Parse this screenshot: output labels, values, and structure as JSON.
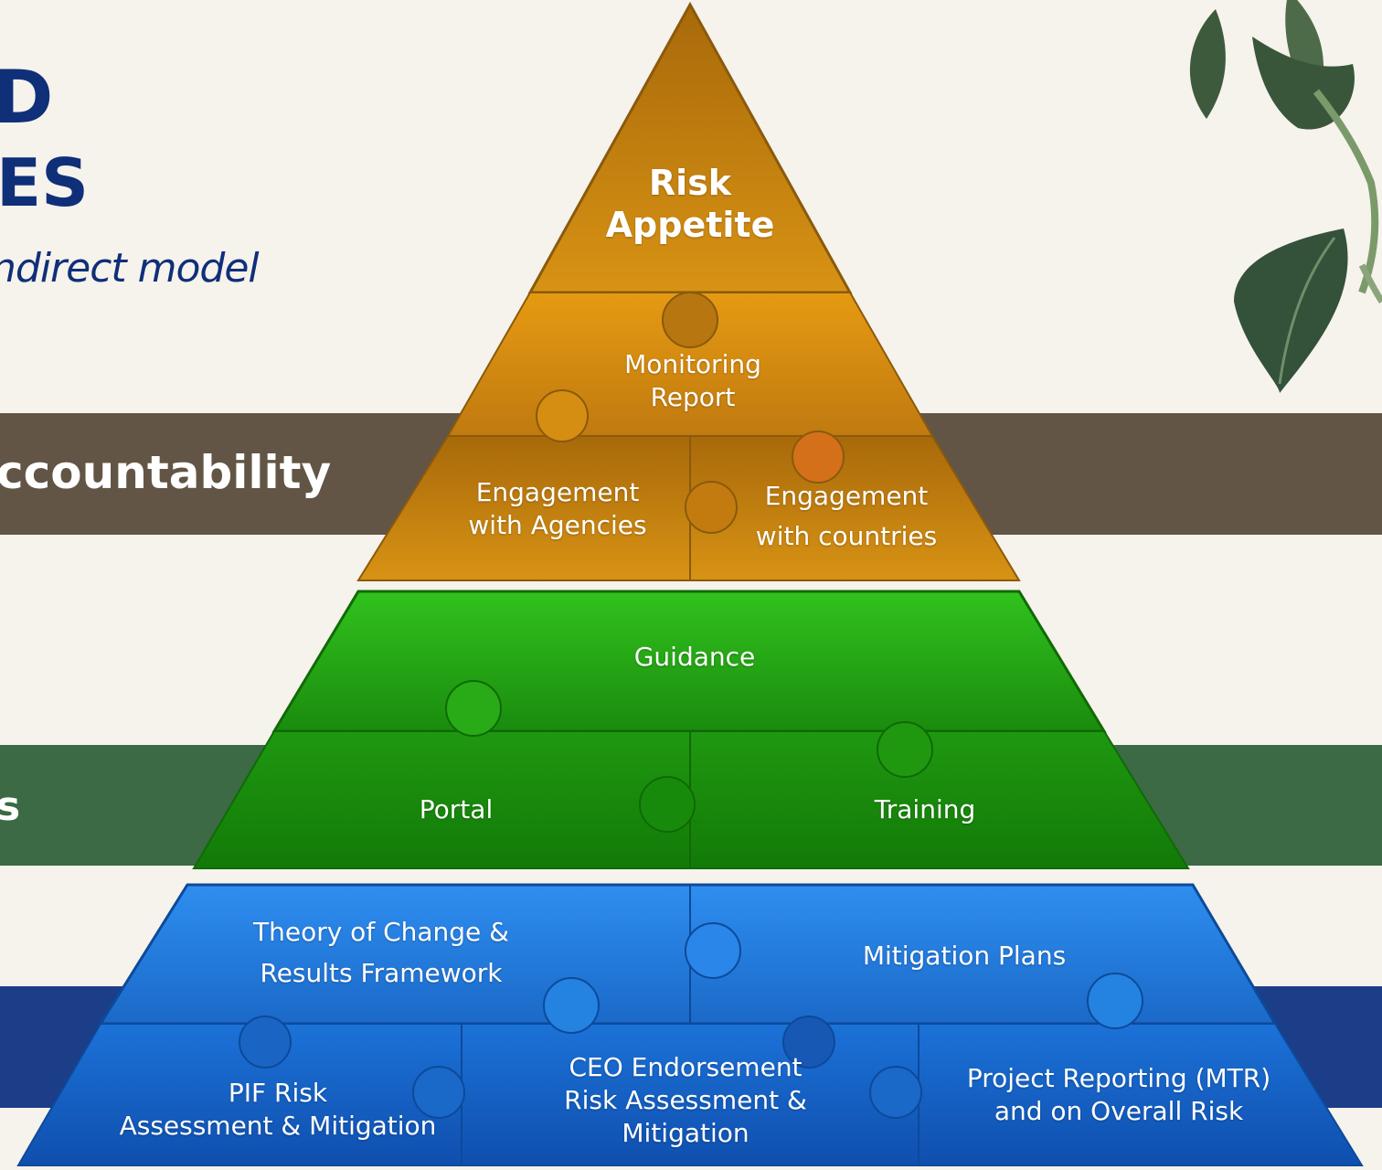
{
  "header": {
    "title_line1": "D",
    "title_line2": "ES",
    "subtitle": "ndirect model"
  },
  "bands": {
    "brown_label": "ccountability",
    "green_label": "s",
    "blue_label": ""
  },
  "pyramid": {
    "apex": {
      "line1": "Risk",
      "line2": "Appetite"
    },
    "tier1": {
      "monitoring": {
        "line1": "Monitoring",
        "line2": "Report"
      },
      "agencies": {
        "line1": "Engagement",
        "line2": "with Agencies"
      },
      "countries": {
        "line1": "Engagement",
        "line2": "with countries"
      }
    },
    "tier2": {
      "guidance": "Guidance",
      "portal": "Portal",
      "training": "Training"
    },
    "tier3": {
      "theory": {
        "line1": "Theory of Change &",
        "line2": "Results Framework"
      },
      "mitigation_plans": "Mitigation Plans",
      "pif": {
        "line1": "PIF Risk",
        "line2": "Assessment & Mitigation"
      },
      "ceo": {
        "line1": "CEO Endorsement",
        "line2": "Risk Assessment &",
        "line3": "Mitigation"
      },
      "reporting": {
        "line1": "Project Reporting (MTR)",
        "line2": "and on Overall Risk"
      }
    }
  },
  "colors": {
    "background": "#f6f2ec",
    "title_navy": "#0f2f79",
    "band_brown": "#625545",
    "band_green": "#3b6a44",
    "band_blue": "#1c3d88",
    "tier_orange": "#c9820f",
    "tier_green": "#1f9b12",
    "tier_blue": "#1e6fd0"
  }
}
